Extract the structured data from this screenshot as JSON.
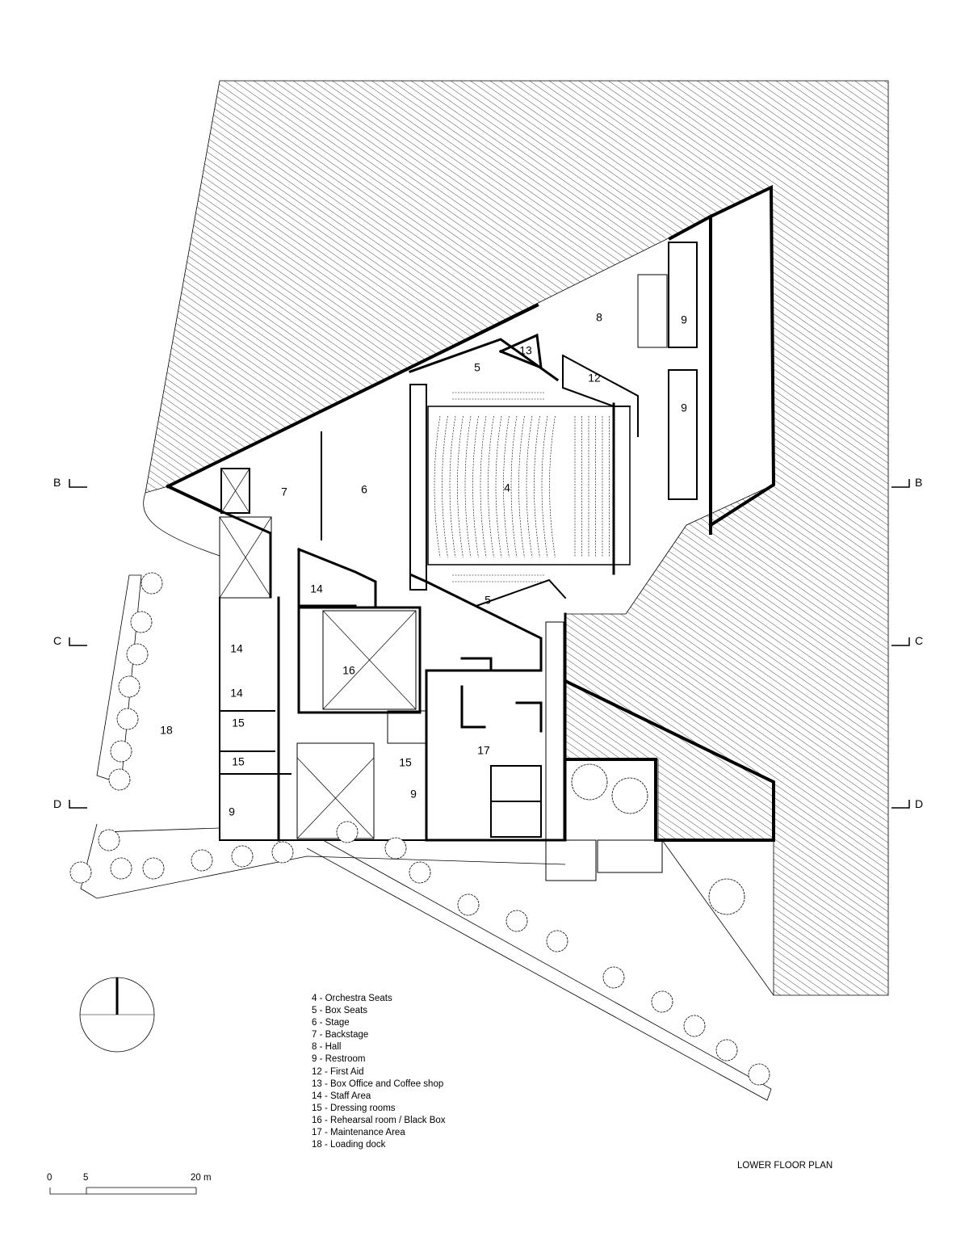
{
  "title": "LOWER FLOOR PLAN",
  "legend": [
    "4 - Orchestra Seats",
    "5 - Box Seats",
    "6 - Stage",
    "7 - Backstage",
    "8 - Hall",
    "9 - Restroom",
    "12 - First Aid",
    "13 - Box Office and Coffee shop",
    "14 - Staff Area",
    "15 - Dressing rooms",
    "16 - Rehearsal room / Black Box",
    "17 - Maintenance Area",
    "18 - Loading dock"
  ],
  "rooms": [
    "8",
    "9",
    "9",
    "13",
    "5",
    "12",
    "4",
    "7",
    "6",
    "14",
    "5",
    "14",
    "16",
    "14",
    "15",
    "18",
    "17",
    "15",
    "15",
    "9",
    "9"
  ],
  "sections": {
    "b": "B",
    "c": "C",
    "d": "D"
  },
  "scale": {
    "zero": "0",
    "five": "5",
    "end": "20 m"
  },
  "colors": {
    "line": "#000000",
    "hatch": "#000000",
    "background": "#ffffff"
  }
}
